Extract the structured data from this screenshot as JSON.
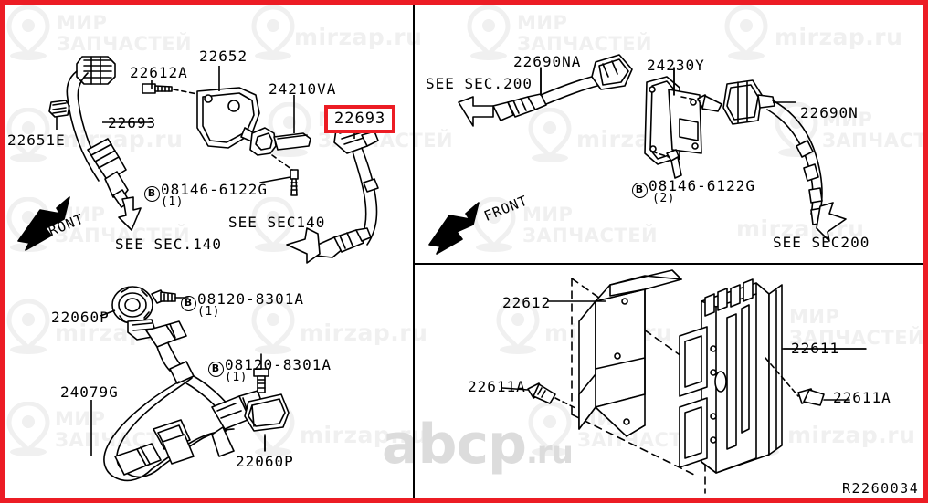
{
  "diagram": {
    "reference_code": "R2260034",
    "frame_color": "#ec1c24",
    "highlight_color": "#ec1c24",
    "line_color": "#000000"
  },
  "watermarks": {
    "brand_line1": "МИР",
    "brand_line2": "ЗАПЧАСТЕЙ",
    "site": "mirzap.ru",
    "big_site_main": "abcp",
    "big_site_tld": ".ru",
    "brand_color": "#f0f0f0",
    "big_color": "#dcdcdc"
  },
  "panels": {
    "top_left": {
      "name": "front-oxygen-sensor-harness",
      "labels": [
        {
          "id": "lbl-22612a",
          "text": "22612A"
        },
        {
          "id": "lbl-22652",
          "text": "22652"
        },
        {
          "id": "lbl-24210va",
          "text": "24210VA"
        },
        {
          "id": "lbl-22693-highlight",
          "text": "22693"
        },
        {
          "id": "lbl-22693",
          "text": "22693"
        },
        {
          "id": "lbl-22651e",
          "text": "22651E"
        },
        {
          "id": "lbl-bolt-08146",
          "text": "08146-6122G",
          "marker": "B",
          "qty": "(1)"
        },
        {
          "id": "lbl-see-sec140-a",
          "text": "SEE SEC.140"
        },
        {
          "id": "lbl-see-sec140-b",
          "text": "SEE SEC140"
        },
        {
          "id": "lbl-front",
          "text": "FRONT"
        }
      ]
    },
    "top_right": {
      "name": "rear-oxygen-sensor-bracket",
      "labels": [
        {
          "id": "lbl-22690na",
          "text": "22690NA"
        },
        {
          "id": "lbl-24230y",
          "text": "24230Y"
        },
        {
          "id": "lbl-22690n",
          "text": "22690N"
        },
        {
          "id": "lbl-see-sec200-a",
          "text": "SEE SEC.200"
        },
        {
          "id": "lbl-see-sec200-b",
          "text": "SEE SEC200"
        },
        {
          "id": "lbl-bolt-08146-2",
          "text": "08146-6122G",
          "marker": "B",
          "qty": "(2)"
        },
        {
          "id": "lbl-front-2",
          "text": "FRONT"
        }
      ]
    },
    "bottom_left": {
      "name": "knock-sensor-and-engine-harness",
      "labels": [
        {
          "id": "lbl-22060p-a",
          "text": "22060P"
        },
        {
          "id": "lbl-22060p-b",
          "text": "22060P"
        },
        {
          "id": "lbl-24079g",
          "text": "24079G"
        },
        {
          "id": "lbl-bolt-08120-a",
          "text": "08120-8301A",
          "marker": "B",
          "qty": "(1)"
        },
        {
          "id": "lbl-bolt-08120-b",
          "text": "08120-8301A",
          "marker": "B",
          "qty": "(1)"
        }
      ]
    },
    "bottom_right": {
      "name": "ecm-control-module-and-bracket",
      "labels": [
        {
          "id": "lbl-22612",
          "text": "22612"
        },
        {
          "id": "lbl-22611",
          "text": "22611"
        },
        {
          "id": "lbl-22611a-left",
          "text": "22611A"
        },
        {
          "id": "lbl-22611a-right",
          "text": "22611A"
        }
      ]
    }
  }
}
